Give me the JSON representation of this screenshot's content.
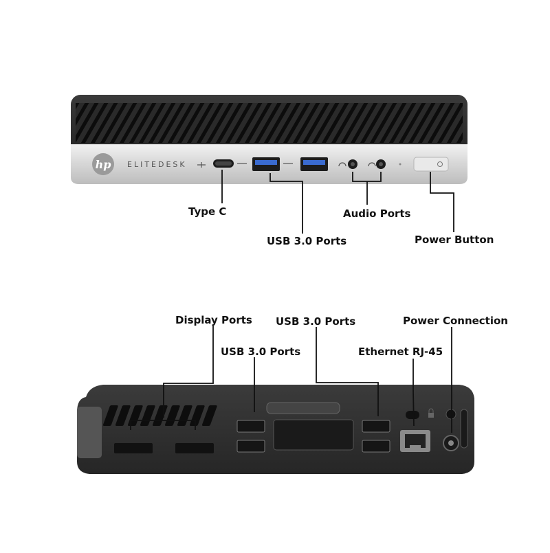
{
  "front": {
    "brand_logo": "hp",
    "model_text": "ELITEDESK",
    "labels": {
      "type_c": "Type C",
      "usb3": "USB 3.0 Ports",
      "audio": "Audio Ports",
      "power_button": "Power Button"
    }
  },
  "rear": {
    "labels": {
      "display": "Display Ports",
      "usb3_left": "USB 3.0 Ports",
      "usb3_right": "USB 3.0 Ports",
      "ethernet": "Ethernet RJ-45",
      "power_connection": "Power Connection"
    }
  },
  "colors": {
    "case_dark": "#2b2b2b",
    "case_black": "#1a1a1a",
    "front_silver": "#dcdcdc",
    "line": "#111111"
  }
}
